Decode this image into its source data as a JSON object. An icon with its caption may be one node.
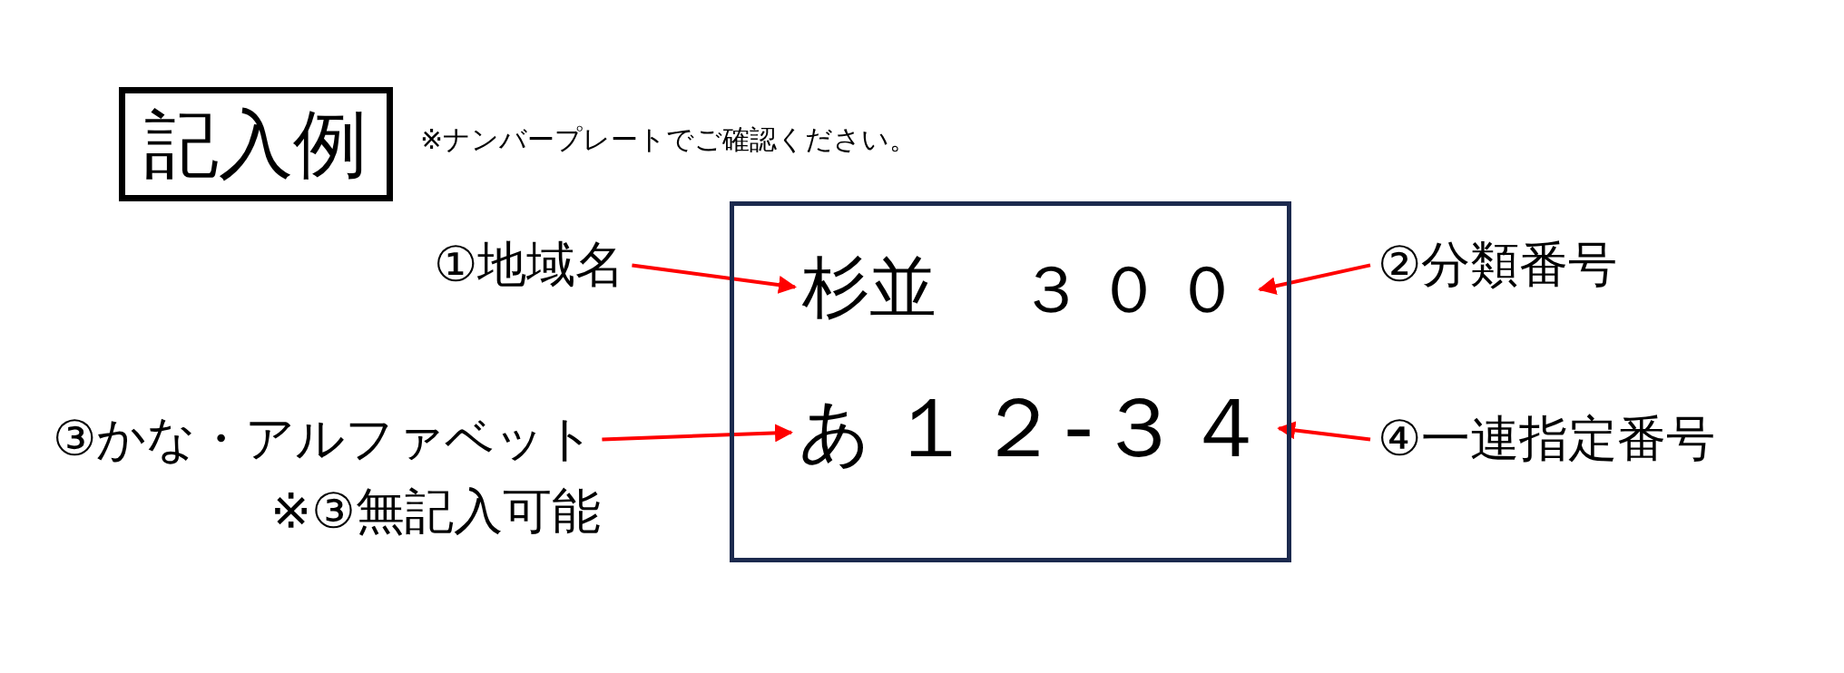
{
  "diagram": {
    "nodes": [
      {
        "text": [
          "記入例"
        ]
      },
      {
        "text": [],
        "shape": "box"
      },
      {
        "text": [
          "杉並"
        ],
        "in": 1
      },
      {
        "text": [
          "３００"
        ],
        "in": 1
      },
      {
        "text": [
          "あ"
        ],
        "in": 1
      },
      {
        "text": [
          "１２-３４"
        ],
        "in": 1
      },
      {
        "text": [
          "①地域名"
        ]
      },
      {
        "text": [
          "②分類番号"
        ]
      },
      {
        "text": [
          "③かな・アルファベット"
        ],
        "beside": [
          "※③無記入可能"
        ]
      },
      {
        "text": [
          "④一連指定番号"
        ]
      }
    ],
    "edges": [
      {
        "from": 6,
        "to": 2,
        "arrow": "to"
      },
      {
        "from": 7,
        "to": 3,
        "arrow": "to"
      },
      {
        "from": 8,
        "to": 4,
        "arrow": "to"
      },
      {
        "from": 9,
        "to": 5,
        "arrow": "to"
      }
    ],
    "labels": [
      "※ナンバープレートでご確認ください。"
    ]
  }
}
